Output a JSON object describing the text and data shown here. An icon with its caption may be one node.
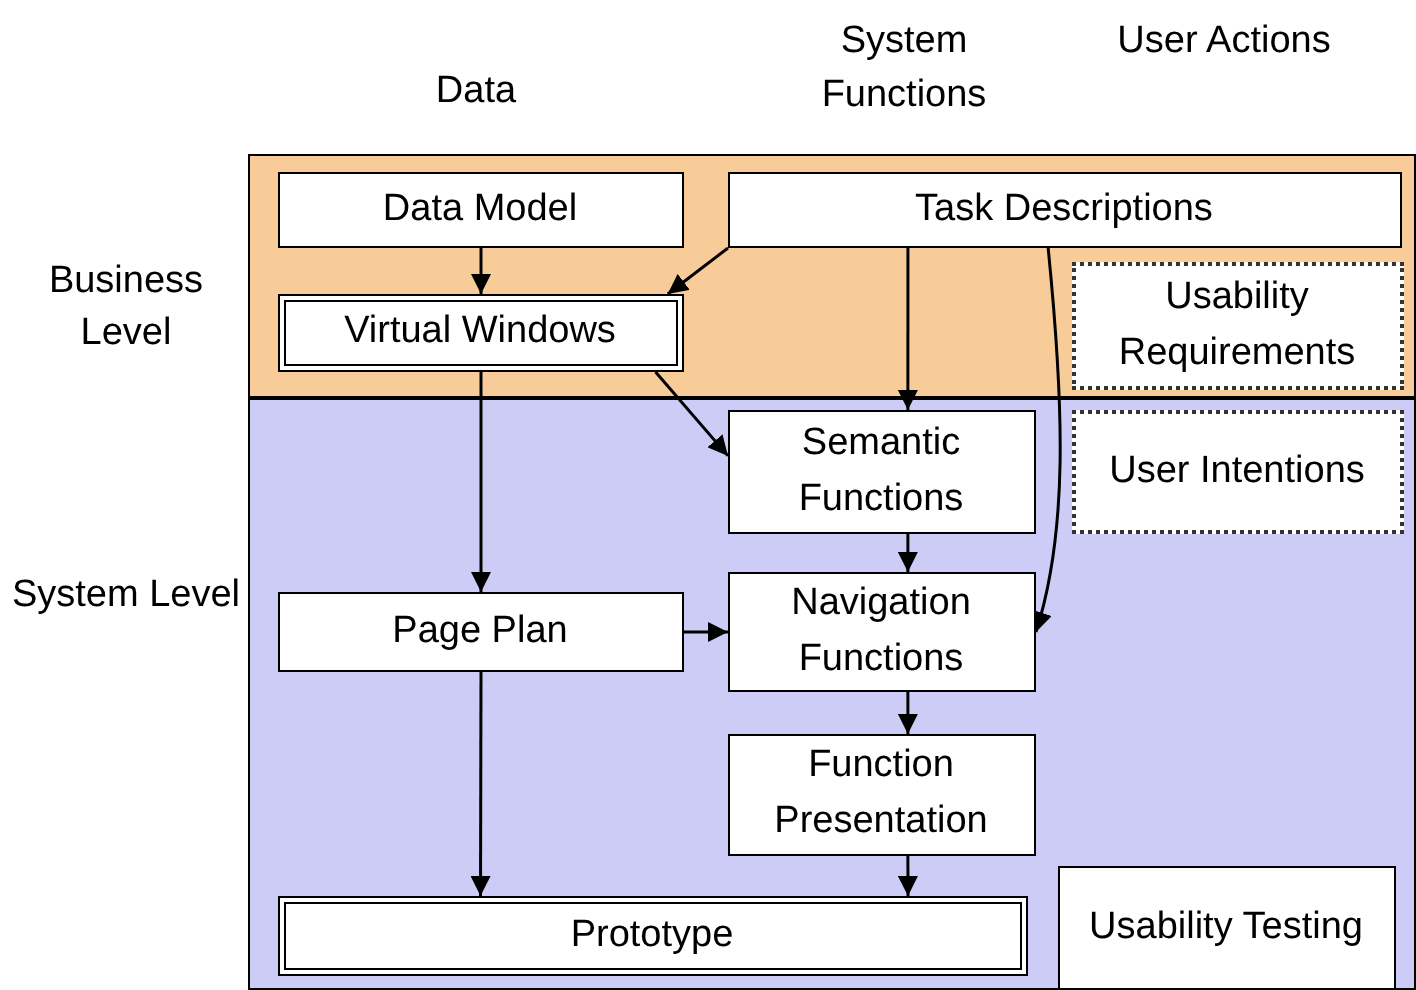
{
  "diagram": {
    "nodes": [
      {
        "text": [
          "Business Level"
        ]
      },
      {
        "text": [
          "Data Model"
        ],
        "in": 0
      },
      {
        "text": [
          "Task Descriptions"
        ],
        "in": 0
      },
      {
        "text": [
          "Virtual Windows"
        ],
        "in": 0
      },
      {
        "text": [
          "Usability Requirements"
        ],
        "in": 0
      },
      {
        "text": [
          "System Level"
        ]
      },
      {
        "text": [
          "Semantic Functions"
        ],
        "in": 5
      },
      {
        "text": [
          "User Intentions"
        ],
        "in": 5
      },
      {
        "text": [
          "Page Plan"
        ],
        "in": 5
      },
      {
        "text": [
          "Navigation Functions"
        ],
        "in": 5
      },
      {
        "text": [
          "Function Presentation"
        ],
        "in": 5
      },
      {
        "text": [
          "Prototype"
        ],
        "in": 5
      },
      {
        "text": [
          "Usability Testing"
        ],
        "in": 5
      }
    ],
    "edges": [
      {
        "from": 1,
        "to": 3,
        "arrow": "to"
      },
      {
        "from": 2,
        "to": 3,
        "arrow": "to"
      },
      {
        "from": 2,
        "to": 6,
        "arrow": "to"
      },
      {
        "from": 3,
        "to": 6,
        "arrow": "to"
      },
      {
        "from": 2,
        "to": 9,
        "arrow": "to"
      },
      {
        "from": 3,
        "to": 8,
        "arrow": "to"
      },
      {
        "from": 6,
        "to": 9,
        "arrow": "to"
      },
      {
        "from": 8,
        "to": 9,
        "arrow": "to"
      },
      {
        "from": 9,
        "to": 10,
        "arrow": "to"
      },
      {
        "from": 10,
        "to": 11,
        "arrow": "to"
      },
      {
        "from": 8,
        "to": 11,
        "arrow": "to"
      }
    ],
    "labels": [
      "Data",
      "System Functions",
      "User Actions"
    ]
  }
}
